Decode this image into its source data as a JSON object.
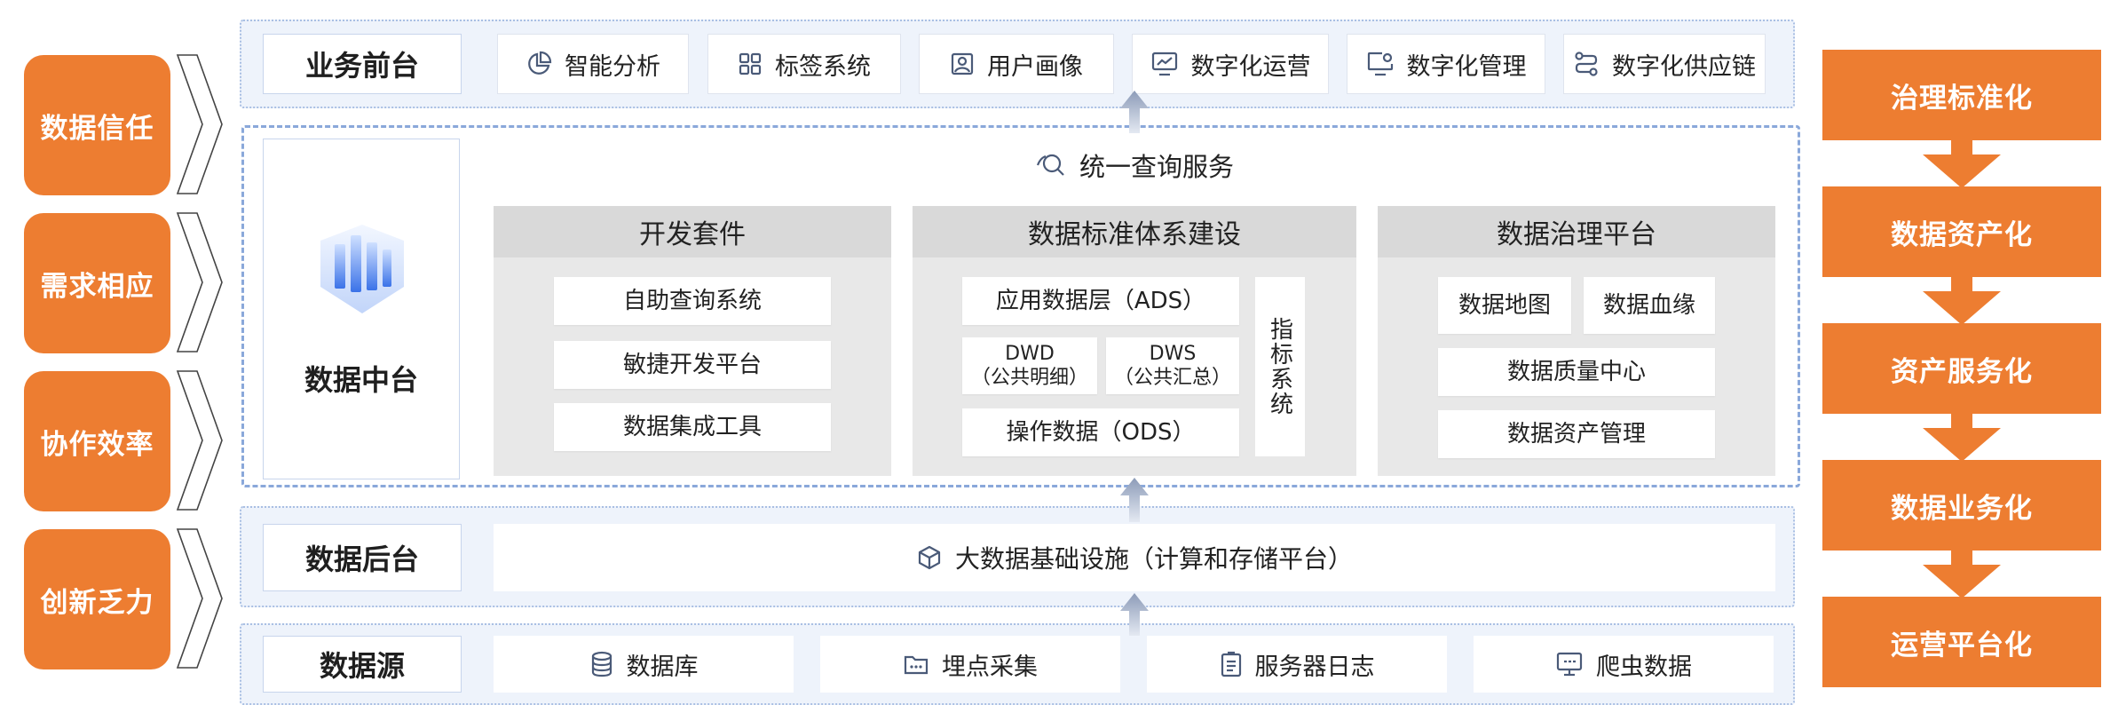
{
  "left_labels": [
    "数据信任",
    "需求相应",
    "协作效率",
    "创新乏力"
  ],
  "right_steps": [
    "治理标准化",
    "数据资产化",
    "资产服务化",
    "数据业务化",
    "运营平台化"
  ],
  "front": {
    "title": "业务前台",
    "items": [
      "智能分析",
      "标签系统",
      "用户画像",
      "数字化运营",
      "数字化管理",
      "数字化供应链"
    ]
  },
  "middle": {
    "title": "数据中台",
    "query_service": "统一查询服务",
    "dev_suite": {
      "title": "开发套件",
      "items": [
        "自助查询系统",
        "敏捷开发平台",
        "数据集成工具"
      ]
    },
    "standard": {
      "title": "数据标准体系建设",
      "ads": "应用数据层（ADS）",
      "dwd": [
        "DWD",
        "（公共明细）"
      ],
      "dws": [
        "DWS",
        "（公共汇总）"
      ],
      "ods": "操作数据（ODS）",
      "indicator": "指标系统"
    },
    "governance": {
      "title": "数据治理平台",
      "map": "数据地图",
      "lineage": "数据血缘",
      "quality": "数据质量中心",
      "asset": "数据资产管理"
    }
  },
  "back": {
    "title": "数据后台",
    "infra": "大数据基础设施（计算和存储平台）"
  },
  "source": {
    "title": "数据源",
    "items": [
      "数据库",
      "埋点采集",
      "服务器日志",
      "爬虫数据"
    ]
  },
  "colors": {
    "orange": "#ed7d31",
    "layer_bg": "#eef3fb",
    "layer_border": "#a9bfe3",
    "panel_bg": "#e8e8e8",
    "panel_head": "#d9d9d9",
    "icon": "#4a5a78",
    "arrow": "#a7b4cc"
  }
}
